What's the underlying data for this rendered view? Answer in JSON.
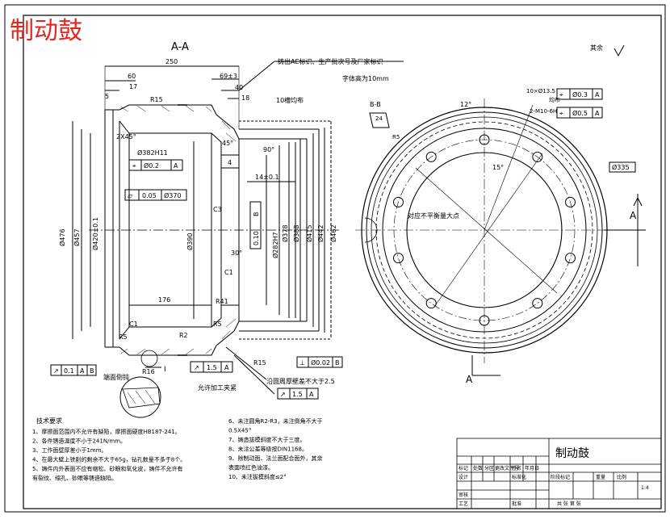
{
  "stamp_title": "制动鼓",
  "section_label": "A-A",
  "roughness_note": "其余",
  "annotations": {
    "cast_marks": "铸出AE标识、生产批次号及厂家标识",
    "char_height": "字体高为10mm",
    "grooves": "10槽均布",
    "allow_clamp": "允许加工夹紧",
    "wall_thickness": "沿圆周厚壁差不大于2.5",
    "edge_detail": "端面倒钝",
    "uneven_note": "对应不平衡量大点",
    "section_bb": "B-B",
    "evenly": "均布",
    "partI": "I"
  },
  "dims": {
    "d250": "250",
    "d60": "60",
    "d17": "17",
    "d5": "5",
    "r15": "R15",
    "d69": "69±3",
    "d40": "40",
    "d18": "18",
    "chamfer": "2X45°",
    "d382": "Ø382H11",
    "d14": "14±0.1",
    "c3": "C3",
    "c1a": "C1",
    "c1b": "C1",
    "d176": "176",
    "d4": "4",
    "d90": "90°",
    "d45": "45°",
    "d30": "30°",
    "phi476": "Ø476",
    "phi457": "Ø457",
    "phi420": "Ø420±0.1",
    "phi390": "Ø390",
    "phi282": "Ø282H7",
    "phi378": "Ø378",
    "phi388": "Ø388",
    "phi415": "Ø415",
    "phi442": "Ø442",
    "phi462": "Ø462",
    "phi335": "Ø335",
    "r41": "R41",
    "r5": "R5",
    "r2": "R2",
    "r16": "R16",
    "r15b": "R15",
    "r5b": "R5",
    "d15": "15°",
    "d12": "12°",
    "holes": "10×Ø13.5",
    "m10": "2-M10-6H",
    "d24": "24"
  },
  "tolerances": {
    "pos_a": [
      "⌖",
      "Ø0.2",
      "A"
    ],
    "flat": [
      "▱",
      "0.05",
      "Ø370"
    ],
    "perp_b": [
      "⊥",
      "0.10",
      "B"
    ],
    "runout_ab": [
      "↗",
      "0.1",
      "A",
      "B"
    ],
    "runout_15a": [
      "↗",
      "1.5",
      "A"
    ],
    "runout_15b": [
      "↗",
      "1.5",
      "A"
    ],
    "perp_002": [
      "⊥",
      "Ø0.02",
      "B"
    ],
    "pos_03": [
      "⌖",
      "Ø0.3",
      "A"
    ],
    "pos_05": [
      "⌖",
      "Ø0.5",
      "A"
    ]
  },
  "tech_reqs": {
    "title": "技术要求",
    "left": [
      "1、摩擦面范围内不允许有缺陷，摩擦面硬度HB187-241。",
      "2、各件铸造温度不小于241N/mm。",
      "3、工作面壁厚差小于1mm。",
      "4、在最大壁上铣削的剩余不大于65g，钻孔数量不多于8个。",
      "5、铸件内外表面不应有缩松、砂眼和氧化皮，铸件不允许有",
      "   有裂纹、缩孔、砂眼等铸造缺陷。"
    ],
    "right": [
      "6、未注圆角R2-R3，未注倒角不大于",
      "   0.5X45°",
      "7、铸造拔模斜度不大于三度。",
      "8、未注公差等级按DIN1168。",
      "9、除制动面、法兰面配合面外，其余",
      "   表面喷红色油漆。",
      "10、未注拔模斜度≤2°"
    ]
  },
  "title_block": {
    "name": "制动鼓",
    "row_labels": [
      "标记",
      "处数",
      "分区",
      "更改文件号",
      "签名",
      "年月日"
    ],
    "design": "设计",
    "std": "标准化",
    "check": "审核",
    "craft": "工艺",
    "approve": "批准",
    "stage": "阶段标记",
    "weight": "重量",
    "scale": "比例",
    "scale_val": "1:4",
    "sheet": "共  张  第  张"
  }
}
